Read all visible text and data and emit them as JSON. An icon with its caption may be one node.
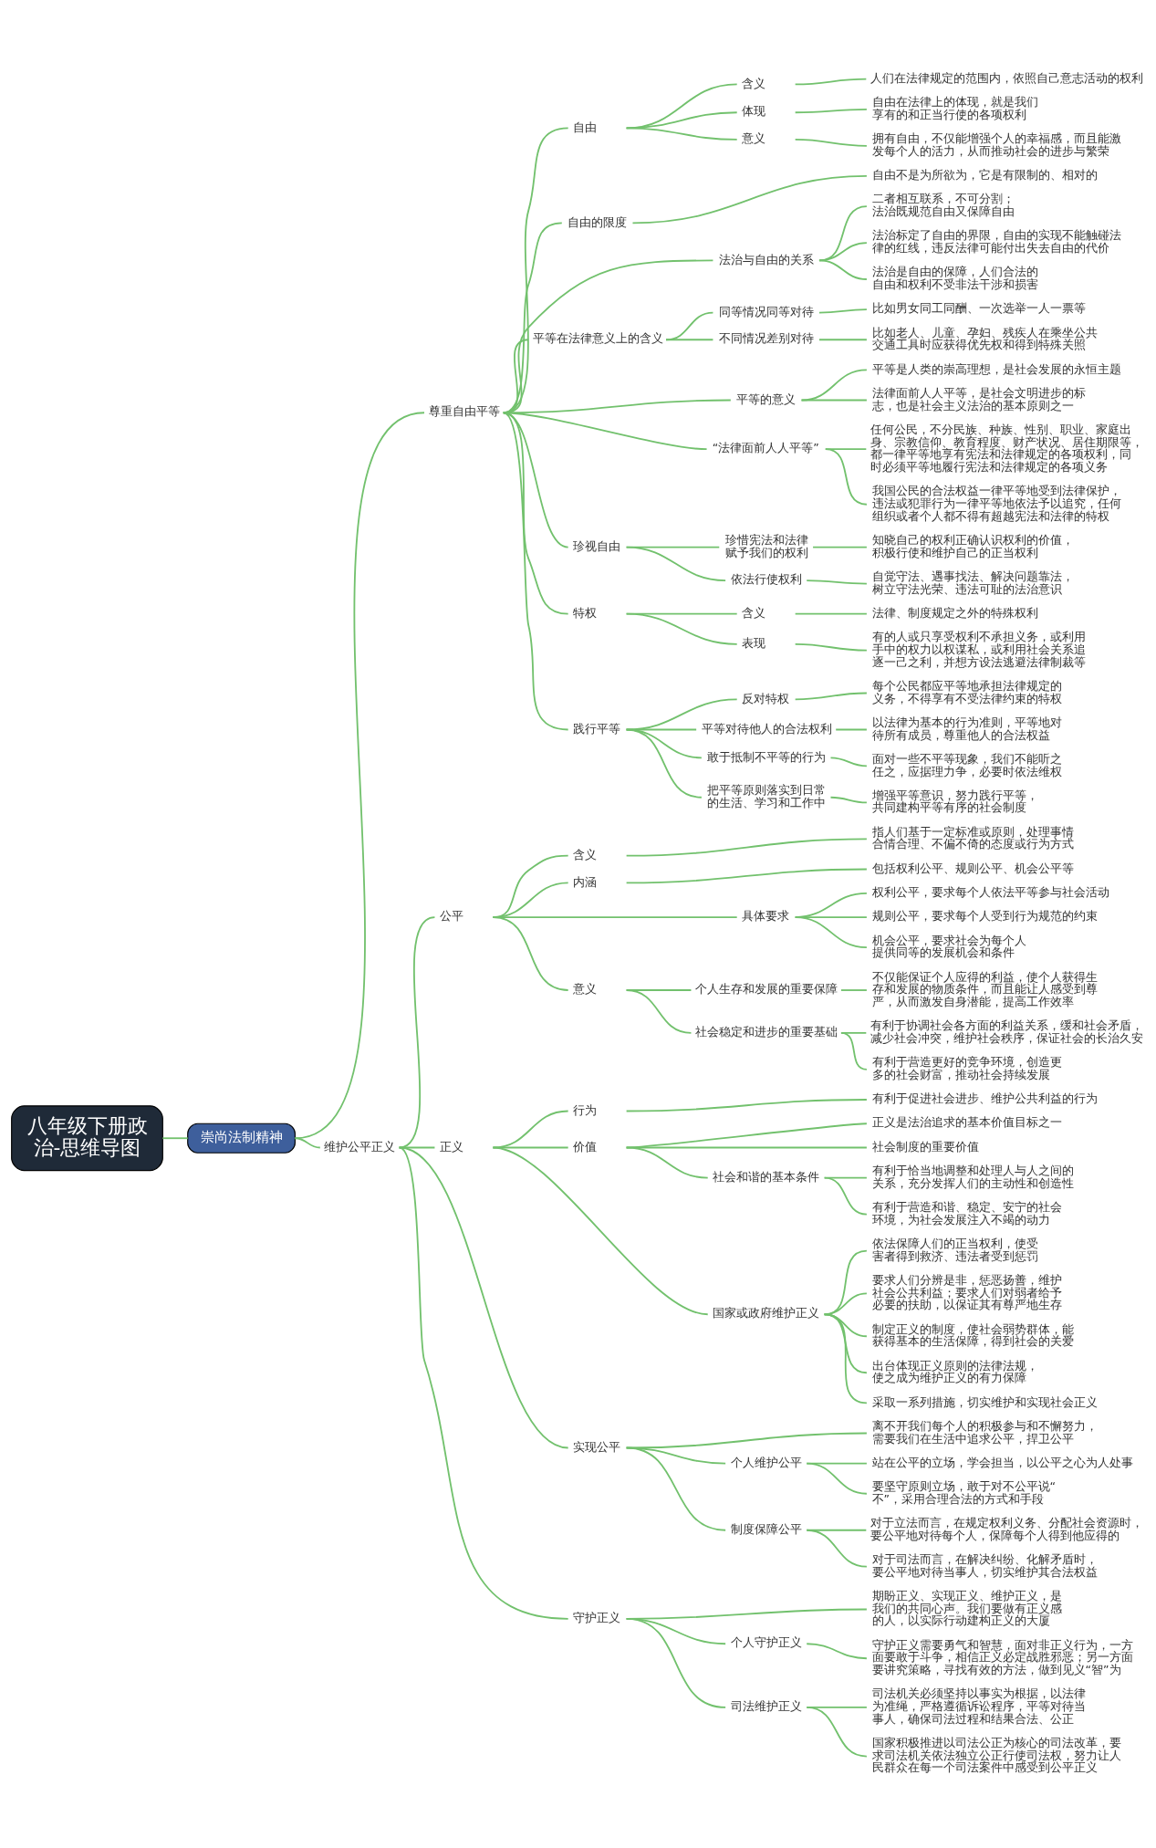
{
  "diagram": {
    "nodes": [
      {
        "text": [
          "八年级下册政治-思维导图"
        ]
      },
      {
        "text": [
          "崇尚法制精神"
        ]
      },
      {
        "text": [
          "尊重自由平等"
        ]
      },
      {
        "text": [
          "自由"
        ]
      },
      {
        "text": [
          "含义"
        ]
      },
      {
        "text": [
          "人们在法律规定的范围内，依照自己意志活动的权利"
        ]
      },
      {
        "text": [
          "体现"
        ]
      },
      {
        "text": [
          "自由在法律上的体现，就是我们享有的和正当行使的各项权利"
        ]
      },
      {
        "text": [
          "意义"
        ]
      },
      {
        "text": [
          "拥有自由，不仅能增强个人的幸福感，而且能激发每个人的活力，从而推动社会的进步与繁荣"
        ]
      },
      {
        "text": [
          "自由的限度"
        ]
      },
      {
        "text": [
          "自由不是为所欲为，它是有限制的、相对的"
        ]
      },
      {
        "text": [
          "法治与自由的关系"
        ]
      },
      {
        "text": [
          "二者相互联系，不可分割；法治既规范自由又保障自由"
        ]
      },
      {
        "text": [
          "法治标定了自由的界限，自由的实现不能触碰法律的红线，违反法律可能付出失去自由的代价"
        ]
      },
      {
        "text": [
          "法治是自由的保障，人们合法的自由和权利不受非法干涉和损害"
        ]
      },
      {
        "text": [
          "平等在法律意义上的含义"
        ]
      },
      {
        "text": [
          "同等情况同等对待"
        ]
      },
      {
        "text": [
          "比如男女同工同酬、一次选举一人一票等"
        ]
      },
      {
        "text": [
          "不同情况差别对待"
        ]
      },
      {
        "text": [
          "比如老人、儿童、孕妇、残疾人在乘坐公共交通工具时应获得优先权和得到特殊关照"
        ]
      },
      {
        "text": [
          "平等的意义"
        ]
      },
      {
        "text": [
          "平等是人类的崇高理想，是社会发展的永恒主题"
        ]
      },
      {
        "text": [
          "法律面前人人平等，是社会文明进步的标志，也是社会主义法治的基本原则之一"
        ]
      },
      {
        "text": [
          "“法律面前人人平等”"
        ]
      },
      {
        "text": [
          "任何公民，不分民族、种族、性别、职业、家庭出身、宗教信仰、教育程度、财产状况、居住期限等，都一律平等地享有宪法和法律规定的各项权利，同时必须平等地履行宪法和法律规定的各项义务"
        ]
      },
      {
        "text": [
          "我国公民的合法权益一律平等地受到法律保护，违法或犯罪行为一律平等地依法予以追究，任何组织或者个人都不得有超越宪法和法律的特权"
        ]
      },
      {
        "text": [
          "珍视自由"
        ]
      },
      {
        "text": [
          "珍惜宪法和法律赋予我们的权利"
        ]
      },
      {
        "text": [
          "知晓自己的权利正确认识权利的价值，积极行使和维护自己的正当权利"
        ]
      },
      {
        "text": [
          "依法行使权利"
        ]
      },
      {
        "text": [
          "自觉守法、遇事找法、解决问题靠法，树立守法光荣、违法可耻的法治意识"
        ]
      },
      {
        "text": [
          "特权"
        ]
      },
      {
        "text": [
          "含义"
        ]
      },
      {
        "text": [
          "法律、制度规定之外的特殊权利"
        ]
      },
      {
        "text": [
          "表现"
        ]
      },
      {
        "text": [
          "有的人或只享受权利不承担义务，或利用手中的权力以权谋私，或利用社会关系追逐一己之利，并想方设法逃避法律制裁等"
        ]
      },
      {
        "text": [
          "践行平等"
        ]
      },
      {
        "text": [
          "反对特权"
        ]
      },
      {
        "text": [
          "每个公民都应平等地承担法律规定的义务，不得享有不受法律约束的特权"
        ]
      },
      {
        "text": [
          "平等对待他人的合法权利"
        ]
      },
      {
        "text": [
          "以法律为基本的行为准则，平等地对待所有成员，尊重他人的合法权益"
        ]
      },
      {
        "text": [
          "敢于抵制不平等的行为"
        ]
      },
      {
        "text": [
          "面对一些不平等现象，我们不能听之任之，应据理力争，必要时依法维权"
        ]
      },
      {
        "text": [
          "把平等原则落实到日常的生活、学习和工作中"
        ]
      },
      {
        "text": [
          "增强平等意识，努力践行平等，共同建构平等有序的社会制度"
        ]
      },
      {
        "text": [
          "维护公平正义"
        ]
      },
      {
        "text": [
          "公平"
        ]
      },
      {
        "text": [
          "含义"
        ]
      },
      {
        "text": [
          "指人们基于一定标准或原则，处理事情合情合理、不偏不倚的态度或行为方式"
        ]
      },
      {
        "text": [
          "内涵"
        ]
      },
      {
        "text": [
          "包括权利公平、规则公平、机会公平等"
        ]
      },
      {
        "text": [
          "具体要求"
        ]
      },
      {
        "text": [
          "权利公平，要求每个人依法平等参与社会活动"
        ]
      },
      {
        "text": [
          "规则公平，要求每个人受到行为规范的约束"
        ]
      },
      {
        "text": [
          "机会公平，要求社会为每个人提供同等的发展机会和条件"
        ]
      },
      {
        "text": [
          "意义"
        ]
      },
      {
        "text": [
          "个人生存和发展的重要保障"
        ]
      },
      {
        "text": [
          "不仅能保证个人应得的利益，使个人获得生存和发展的物质条件，而且能让人感受到尊严，从而激发自身潜能，提高工作效率"
        ]
      },
      {
        "text": [
          "社会稳定和进步的重要基础"
        ]
      },
      {
        "text": [
          "有利于协调社会各方面的利益关系，缓和社会矛盾，减少社会冲突，维护社会秩序，保证社会的长治久安"
        ]
      },
      {
        "text": [
          "有利于营造更好的竞争环境，创造更多的社会财富，推动社会持续发展"
        ]
      },
      {
        "text": [
          "正义"
        ]
      },
      {
        "text": [
          "行为"
        ]
      },
      {
        "text": [
          "有利于促进社会进步、维护公共利益的行为"
        ]
      },
      {
        "text": [
          "价值"
        ]
      },
      {
        "text": [
          "正义是法治追求的基本价值目标之一"
        ]
      },
      {
        "text": [
          "社会制度的重要价值"
        ]
      },
      {
        "text": [
          "社会和谐的基本条件"
        ]
      },
      {
        "text": [
          "有利于恰当地调整和处理人与人之间的关系，充分发挥人们的主动性和创造性"
        ]
      },
      {
        "text": [
          "有利于营造和谐、稳定、安宁的社会环境，为社会发展注入不竭的动力"
        ]
      },
      {
        "text": [
          "国家或政府维护正义"
        ]
      },
      {
        "text": [
          "依法保障人们的正当权利，使受害者得到救济、违法者受到惩罚"
        ]
      },
      {
        "text": [
          "要求人们分辨是非，惩恶扬善，维护社会公共利益；要求人们对弱者给予必要的扶助，以保证其有尊严地生存"
        ]
      },
      {
        "text": [
          "制定正义的制度，使社会弱势群体，能获得基本的生活保障，得到社会的关爱"
        ]
      },
      {
        "text": [
          "出台体现正义原则的法律法规，使之成为维护正义的有力保障"
        ]
      },
      {
        "text": [
          "采取一系列措施，切实维护和实现社会正义"
        ]
      },
      {
        "text": [
          "实现公平"
        ]
      },
      {
        "text": [
          "离不开我们每个人的积极参与和不懈努力，需要我们在生活中追求公平，捍卫公平"
        ]
      },
      {
        "text": [
          "个人维护公平"
        ]
      },
      {
        "text": [
          "站在公平的立场，学会担当，以公平之心为人处事"
        ]
      },
      {
        "text": [
          "要坚守原则立场，敢于对不公平说“不”，采用合理合法的方式和手段"
        ]
      },
      {
        "text": [
          "制度保障公平"
        ]
      },
      {
        "text": [
          "对于立法而言，在规定权利义务、分配社会资源时，要公平地对待每个人，保障每个人得到他应得的"
        ]
      },
      {
        "text": [
          "对于司法而言，在解决纠纷、化解矛盾时，要公平地对待当事人，切实维护其合法权益"
        ]
      },
      {
        "text": [
          "守护正义"
        ]
      },
      {
        "text": [
          "期盼正义、实现正义、维护正义，是我们的共同心声。我们要做有正义感的人，以实际行动建构正义的大厦"
        ]
      },
      {
        "text": [
          "个人守护正义"
        ]
      },
      {
        "text": [
          "守护正义需要勇气和智慧，面对非正义行为，一方面要敢于斗争，相信正义必定战胜邪恶；另一方面要讲究策略，寻找有效的方法，做到见义“智”为"
        ]
      },
      {
        "text": [
          "司法维护正义"
        ]
      },
      {
        "text": [
          "司法机关必须坚持以事实为根据，以法律为准绳，严格遵循诉讼程序，平等对待当事人，确保司法过程和结果合法、公正"
        ]
      },
      {
        "text": [
          "国家积极推进以司法公正为核心的司法改革，要求司法机关依法独立公正行使司法权，努力让人民群众在每一个司法案件中感受到公平正义"
        ]
      }
    ],
    "edges": [
      {
        "from": 0,
        "to": 1,
        "arrow": "none"
      },
      {
        "from": 1,
        "to": 2,
        "arrow": "none"
      },
      {
        "from": 2,
        "to": 3,
        "arrow": "none"
      },
      {
        "from": 3,
        "to": 4,
        "arrow": "none"
      },
      {
        "from": 4,
        "to": 5,
        "arrow": "none"
      },
      {
        "from": 3,
        "to": 6,
        "arrow": "none"
      },
      {
        "from": 6,
        "to": 7,
        "arrow": "none"
      },
      {
        "from": 3,
        "to": 8,
        "arrow": "none"
      },
      {
        "from": 8,
        "to": 9,
        "arrow": "none"
      },
      {
        "from": 2,
        "to": 10,
        "arrow": "none"
      },
      {
        "from": 10,
        "to": 11,
        "arrow": "none"
      },
      {
        "from": 2,
        "to": 12,
        "arrow": "none"
      },
      {
        "from": 12,
        "to": 13,
        "arrow": "none"
      },
      {
        "from": 12,
        "to": 14,
        "arrow": "none"
      },
      {
        "from": 12,
        "to": 15,
        "arrow": "none"
      },
      {
        "from": 2,
        "to": 16,
        "arrow": "none"
      },
      {
        "from": 16,
        "to": 17,
        "arrow": "none"
      },
      {
        "from": 17,
        "to": 18,
        "arrow": "none"
      },
      {
        "from": 16,
        "to": 19,
        "arrow": "none"
      },
      {
        "from": 19,
        "to": 20,
        "arrow": "none"
      },
      {
        "from": 2,
        "to": 21,
        "arrow": "none"
      },
      {
        "from": 21,
        "to": 22,
        "arrow": "none"
      },
      {
        "from": 21,
        "to": 23,
        "arrow": "none"
      },
      {
        "from": 2,
        "to": 24,
        "arrow": "none"
      },
      {
        "from": 24,
        "to": 25,
        "arrow": "none"
      },
      {
        "from": 24,
        "to": 26,
        "arrow": "none"
      },
      {
        "from": 2,
        "to": 27,
        "arrow": "none"
      },
      {
        "from": 27,
        "to": 28,
        "arrow": "none"
      },
      {
        "from": 28,
        "to": 29,
        "arrow": "none"
      },
      {
        "from": 27,
        "to": 30,
        "arrow": "none"
      },
      {
        "from": 30,
        "to": 31,
        "arrow": "none"
      },
      {
        "from": 2,
        "to": 32,
        "arrow": "none"
      },
      {
        "from": 32,
        "to": 33,
        "arrow": "none"
      },
      {
        "from": 33,
        "to": 34,
        "arrow": "none"
      },
      {
        "from": 32,
        "to": 35,
        "arrow": "none"
      },
      {
        "from": 35,
        "to": 36,
        "arrow": "none"
      },
      {
        "from": 2,
        "to": 37,
        "arrow": "none"
      },
      {
        "from": 37,
        "to": 38,
        "arrow": "none"
      },
      {
        "from": 38,
        "to": 39,
        "arrow": "none"
      },
      {
        "from": 37,
        "to": 40,
        "arrow": "none"
      },
      {
        "from": 40,
        "to": 41,
        "arrow": "none"
      },
      {
        "from": 37,
        "to": 42,
        "arrow": "none"
      },
      {
        "from": 42,
        "to": 43,
        "arrow": "none"
      },
      {
        "from": 37,
        "to": 44,
        "arrow": "none"
      },
      {
        "from": 44,
        "to": 45,
        "arrow": "none"
      },
      {
        "from": 1,
        "to": 46,
        "arrow": "none"
      },
      {
        "from": 46,
        "to": 47,
        "arrow": "none"
      },
      {
        "from": 47,
        "to": 48,
        "arrow": "none"
      },
      {
        "from": 48,
        "to": 49,
        "arrow": "none"
      },
      {
        "from": 47,
        "to": 50,
        "arrow": "none"
      },
      {
        "from": 50,
        "to": 51,
        "arrow": "none"
      },
      {
        "from": 47,
        "to": 52,
        "arrow": "none"
      },
      {
        "from": 52,
        "to": 53,
        "arrow": "none"
      },
      {
        "from": 52,
        "to": 54,
        "arrow": "none"
      },
      {
        "from": 52,
        "to": 55,
        "arrow": "none"
      },
      {
        "from": 47,
        "to": 56,
        "arrow": "none"
      },
      {
        "from": 56,
        "to": 57,
        "arrow": "none"
      },
      {
        "from": 57,
        "to": 58,
        "arrow": "none"
      },
      {
        "from": 56,
        "to": 59,
        "arrow": "none"
      },
      {
        "from": 59,
        "to": 60,
        "arrow": "none"
      },
      {
        "from": 59,
        "to": 61,
        "arrow": "none"
      },
      {
        "from": 46,
        "to": 62,
        "arrow": "none"
      },
      {
        "from": 62,
        "to": 63,
        "arrow": "none"
      },
      {
        "from": 63,
        "to": 64,
        "arrow": "none"
      },
      {
        "from": 62,
        "to": 65,
        "arrow": "none"
      },
      {
        "from": 65,
        "to": 66,
        "arrow": "none"
      },
      {
        "from": 65,
        "to": 67,
        "arrow": "none"
      },
      {
        "from": 65,
        "to": 68,
        "arrow": "none"
      },
      {
        "from": 68,
        "to": 69,
        "arrow": "none"
      },
      {
        "from": 68,
        "to": 70,
        "arrow": "none"
      },
      {
        "from": 62,
        "to": 71,
        "arrow": "none"
      },
      {
        "from": 71,
        "to": 72,
        "arrow": "none"
      },
      {
        "from": 71,
        "to": 73,
        "arrow": "none"
      },
      {
        "from": 71,
        "to": 74,
        "arrow": "none"
      },
      {
        "from": 71,
        "to": 75,
        "arrow": "none"
      },
      {
        "from": 71,
        "to": 76,
        "arrow": "none"
      },
      {
        "from": 46,
        "to": 77,
        "arrow": "none"
      },
      {
        "from": 77,
        "to": 78,
        "arrow": "none"
      },
      {
        "from": 77,
        "to": 79,
        "arrow": "none"
      },
      {
        "from": 79,
        "to": 80,
        "arrow": "none"
      },
      {
        "from": 79,
        "to": 81,
        "arrow": "none"
      },
      {
        "from": 77,
        "to": 82,
        "arrow": "none"
      },
      {
        "from": 82,
        "to": 83,
        "arrow": "none"
      },
      {
        "from": 82,
        "to": 84,
        "arrow": "none"
      },
      {
        "from": 46,
        "to": 85,
        "arrow": "none"
      },
      {
        "from": 85,
        "to": 86,
        "arrow": "none"
      },
      {
        "from": 85,
        "to": 87,
        "arrow": "none"
      },
      {
        "from": 87,
        "to": 88,
        "arrow": "none"
      },
      {
        "from": 85,
        "to": 89,
        "arrow": "none"
      },
      {
        "from": 89,
        "to": 90,
        "arrow": "none"
      },
      {
        "from": 89,
        "to": 91,
        "arrow": "none"
      }
    ]
  }
}
